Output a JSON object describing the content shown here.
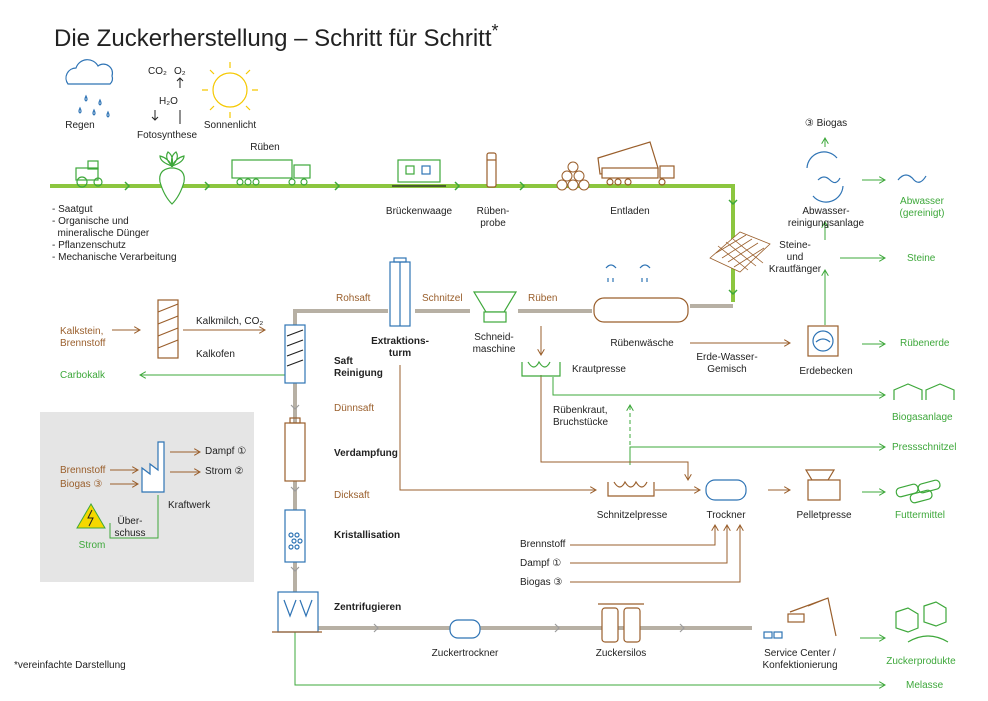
{
  "colors": {
    "green": "#3ea83b",
    "brown": "#9a5f2c",
    "steel": "#2f74b5",
    "grey": "#b7b0a4",
    "dark": "#222222",
    "panel": "#e5e5e5"
  },
  "title": "Die Zuckerherstellung – Schritt für Schritt",
  "title_mark": "*",
  "footnote": "*vereinfachte Darstellung",
  "nature": {
    "rain": "Regen",
    "photosynthesis": "Fotosynthese",
    "sun": "Sonnenlicht",
    "co2": "CO₂",
    "o2": "O₂",
    "h2o": "H₂O"
  },
  "field_inputs": [
    "- Saatgut",
    "- Organische und\n  mineralische Dünger",
    "- Pflanzenschutz",
    "- Mechanische Verarbeitung"
  ],
  "delivery": {
    "rueben_truck": "Rüben",
    "scale": "Brückenwaage",
    "sample": "Rüben-\nprobe",
    "unload": "Entladen"
  },
  "water": {
    "biogas": "③ Biogas",
    "plant": "Abwasser-\nreinigungsanlage",
    "clean": "Abwasser\n(gereinigt)",
    "catcher": "Steine-\nund\nKrautfänger",
    "stones": "Steine",
    "wash": "Rübenwäsche",
    "mix": "Erde-Wasser-\nGemisch",
    "soil_basin": "Erdebecken",
    "soil": "Rübenerde"
  },
  "extraction": {
    "rohsaft": "Rohsaft",
    "schnitzel": "Schnitzel",
    "rueben": "Rüben",
    "tower": "Extraktions-\nturm",
    "cutter": "Schneid-\nmaschine",
    "kraut_press": "Krautpresse",
    "kraut": "Rübenkraut,\nBruchstücke"
  },
  "lime": {
    "input": "Kalkstein,\nBrennstoff",
    "milk": "Kalkmilch, CO₂",
    "kiln": "Kalkofen",
    "carbokalk": "Carbokalk"
  },
  "stages": {
    "juice_cleaning": "Saft\nReinigung",
    "thin_juice": "Dünnsaft",
    "evaporation": "Verdampfung",
    "thick_juice": "Dicksaft",
    "crystallization": "Kristallisation",
    "centrifuge": "Zentrifugieren"
  },
  "power": {
    "fuel": "Brennstoff",
    "biogas": "Biogas ③",
    "steam": "Dampf ①",
    "electricity": "Strom ②",
    "plant": "Kraftwerk",
    "surplus": "Über-\nschuss",
    "grid": "Strom"
  },
  "byproducts": {
    "biogas_plant": "Biogasanlage",
    "press_pulp": "Pressschnitzel",
    "pulp_press": "Schnitzelpresse",
    "dryer": "Trockner",
    "pellet_press": "Pelletpresse",
    "feed": "Futtermittel",
    "fuel": "Brennstoff",
    "steam": "Dampf ①",
    "biogas": "Biogas ③"
  },
  "sugar": {
    "dryer": "Zuckertrockner",
    "silos": "Zuckersilos",
    "service": "Service Center /\nKonfektionierung",
    "products": "Zuckerprodukte",
    "molasses": "Melasse"
  }
}
